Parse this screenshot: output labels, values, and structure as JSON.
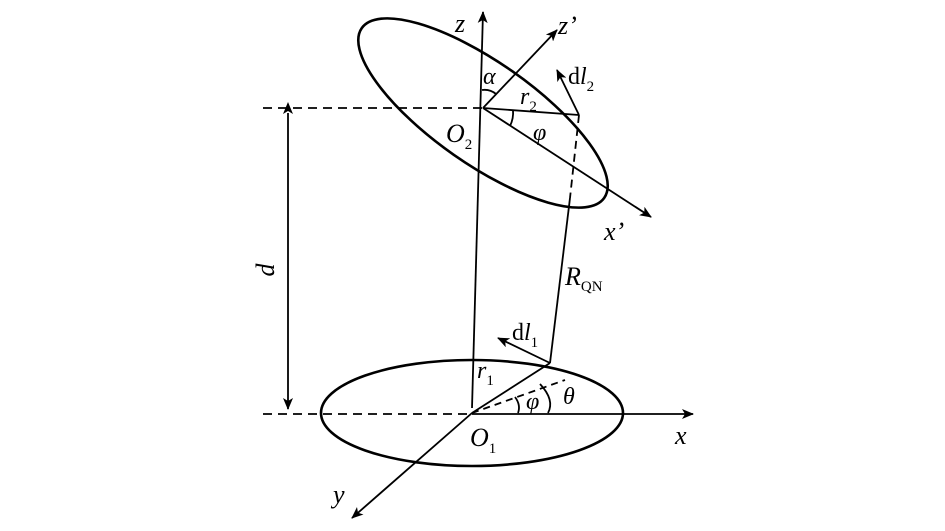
{
  "diagram": {
    "labels": {
      "z": "z",
      "z_prime": "z’",
      "x_prime": "x’",
      "x": "x",
      "y": "y",
      "alpha": "α",
      "phi_top": "φ",
      "phi_bottom": "φ",
      "theta": "θ",
      "d": "d",
      "O2": {
        "main": "O",
        "sub": "2"
      },
      "O1": {
        "main": "O",
        "sub": "1"
      },
      "r2": {
        "main": "r",
        "sub": "2"
      },
      "r1": {
        "main": "r",
        "sub": "1"
      },
      "dl2": {
        "prefix": "d",
        "main": "l",
        "sub": "2"
      },
      "dl1": {
        "prefix": "d",
        "main": "l",
        "sub": "1"
      },
      "RQN": {
        "main": "R",
        "sub": "QN"
      }
    },
    "colors": {
      "stroke": "#000000",
      "background": "#ffffff"
    }
  }
}
